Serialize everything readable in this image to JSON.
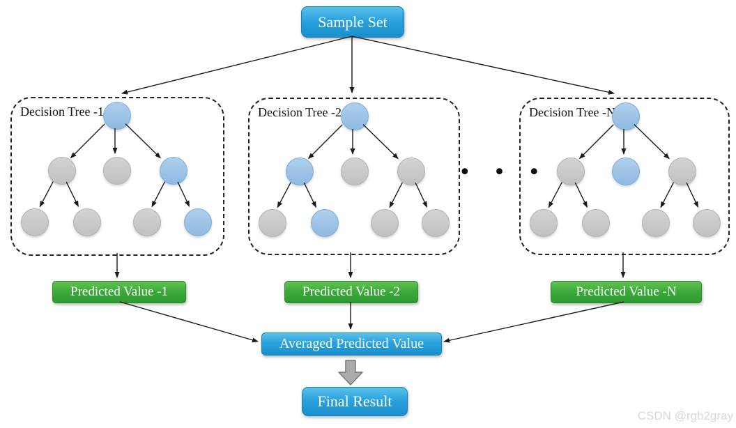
{
  "sample_set": {
    "label": "Sample Set"
  },
  "trees": [
    {
      "label": "Decision Tree -1",
      "nodes": [
        "blue",
        "gray",
        "gray",
        "blue",
        "gray",
        "gray",
        "gray",
        "blue"
      ]
    },
    {
      "label": "Decision Tree -2",
      "nodes": [
        "blue",
        "blue",
        "gray",
        "gray",
        "gray",
        "blue",
        "gray",
        "gray"
      ]
    },
    {
      "label": "Decision Tree -N",
      "nodes": [
        "blue",
        "gray",
        "blue",
        "gray",
        "gray",
        "gray",
        "gray",
        "gray"
      ]
    }
  ],
  "ellipsis": "• • •",
  "predicted": [
    {
      "label": "Predicted Value -1"
    },
    {
      "label": "Predicted Value -2"
    },
    {
      "label": "Predicted Value -N"
    }
  ],
  "averaged": {
    "label": "Averaged Predicted Value"
  },
  "final": {
    "label": "Final Result"
  },
  "watermark": "CSDN @rgb2gray",
  "colors": {
    "box_blue_top": "#5ac0ea",
    "box_blue_mid": "#2aa2dd",
    "box_blue_bottom": "#1a8fcd",
    "box_blue_border": "#1681b8",
    "box_green_top": "#63c254",
    "box_green_mid": "#3aa83a",
    "box_green_bottom": "#2f9b2f",
    "box_green_border": "#2b8c2b",
    "node_blue": "#9dc3e6",
    "node_blue_border": "#7aaed9",
    "node_gray": "#c9c9c9",
    "node_gray_border": "#b2b2b2",
    "arrow": "#1a1a1a",
    "block_arrow_fill": "#ababab",
    "block_arrow_border": "#777777",
    "watermark": "#d8d8d8"
  }
}
